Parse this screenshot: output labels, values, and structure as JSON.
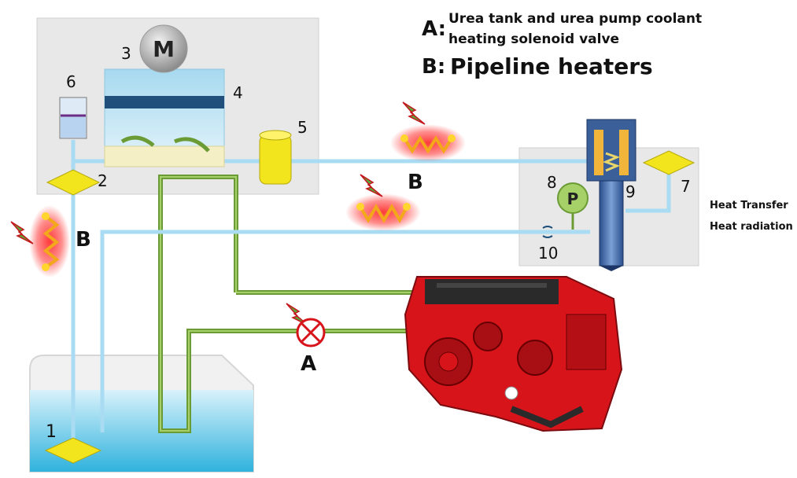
{
  "legend": {
    "a_key": "A:",
    "a_text_line1": "Urea tank and urea pump coolant",
    "a_text_line2": "heating solenoid valve",
    "b_key": "B:",
    "b_text": "Pipeline heaters"
  },
  "labels": {
    "n1": "1",
    "n2": "2",
    "n3": "3",
    "n4": "4",
    "n5": "5",
    "n6": "6",
    "n7": "7",
    "n8": "8",
    "n9": "9",
    "n10": "10",
    "motor": "M",
    "pressure": "P",
    "heater_b_top": "B",
    "heater_b_left": "B",
    "valve_a": "A"
  },
  "side_notes": {
    "heat_transfer": "Heat Transfer",
    "heat_radiation": "Heat radiation"
  },
  "colors": {
    "pipe_blue": "#a9dcf2",
    "coolant_green": "#6a9b35",
    "module_bg": "#e8e8e8",
    "filter_yellow": "#f3e51d",
    "heater_glow": "#ff2a2a",
    "engine_red": "#d8141b",
    "tank_water": "#5cc4e6"
  }
}
